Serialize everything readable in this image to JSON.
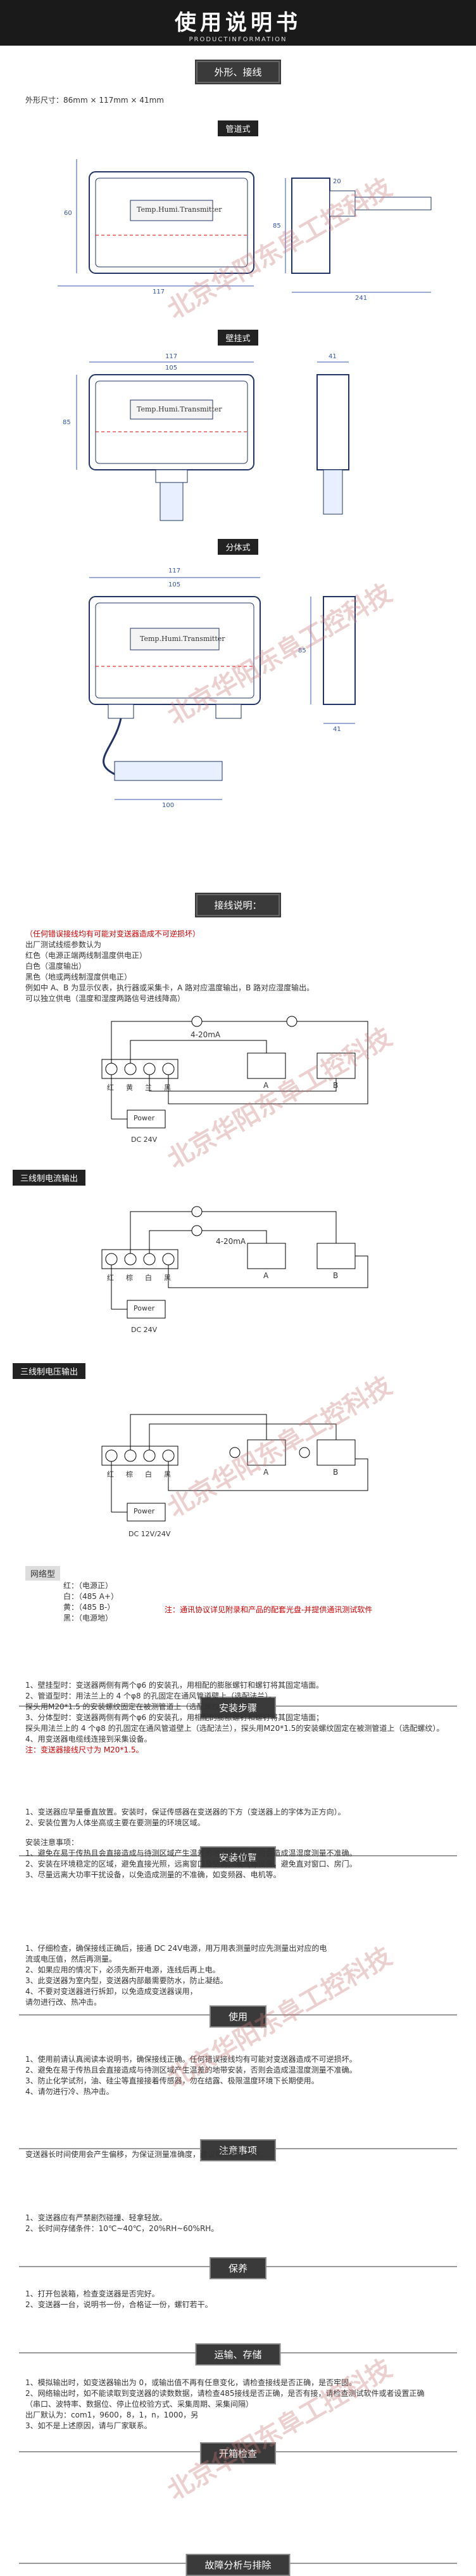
{
  "header": {
    "title": "使用说明书",
    "subtitle": "PRODUCTINFORMATION"
  },
  "sections": {
    "appearance": {
      "button": "外形、接线",
      "size": "外形尺寸：86mm × 117mm × 41mm"
    },
    "pipe": {
      "label": "管道式",
      "dims": [
        "117",
        "60",
        "20",
        "241",
        "85"
      ],
      "device_text": "Temp.Humi.Transmitter"
    },
    "wall": {
      "label": "壁挂式",
      "dims": [
        "117",
        "105",
        "85",
        "41"
      ],
      "device_text": "Temp.Humi.Transmitter"
    },
    "split": {
      "label": "分体式",
      "dims": [
        "117",
        "105",
        "41",
        "85",
        "100"
      ],
      "device_text": "Temp.Humi.Transmitter"
    },
    "wiring": {
      "button": "接线说明：",
      "warning": "（任何错误接线均有可能对变送器造成不可逆损坏）",
      "lines": [
        "出厂测试线缆参数认为",
        "红色（电源正端两线制温度供电正）",
        "白色（温度输出）",
        "黑色（地或两线制湿度供电正）",
        "例如中 A、B 为显示仪表，执行器或采集卡，A 路对应温度输出，B 路对应湿度输出。",
        "可以独立供电（温度和湿度两路信号进线降高）"
      ],
      "two_wire": {
        "signal": "4-20mA",
        "labels": [
          "红",
          "黄",
          "兰",
          "黑"
        ],
        "power": "Power",
        "supply": "DC 24V",
        "meter_a": "A",
        "meter_b": "B"
      },
      "three_wire_current": {
        "title": "三线制电流输出",
        "signal": "4-20mA",
        "labels": [
          "红",
          "棕",
          "白",
          "黑"
        ],
        "power": "Power",
        "supply": "DC 24V",
        "meter_a": "A",
        "meter_b": "B"
      },
      "three_wire_voltage": {
        "title": "三线制电压输出",
        "labels": [
          "红",
          "棕",
          "白",
          "黑"
        ],
        "power": "Power",
        "supply": "DC 12V/24V",
        "meter_a": "A",
        "meter_b": "B"
      }
    },
    "network": {
      "title": "网络型",
      "lines": [
        "红：（电源正）",
        "白：（485 A+）",
        "黄：（485 B-）",
        "黑：（电源地）"
      ],
      "note": "注：通讯协议详见附录和产品的配套光盘-并提供通讯测试软件"
    },
    "install_steps": {
      "button": "安装步骤",
      "lines": [
        "1、壁挂型时：变送器两侧有两个φ6 的安装孔，用相配的膨胀螺钉和螺钉将其固定墙面。",
        "2、管道型时：用法兰上的 4 个φ8 的孔固定在通风管道壁上（选配法兰）。",
        "   探头用M20*1.5 的安装螺纹固定在被测管道上（选配螺纹）。",
        "3、分体型时：变送器两侧有两个φ6 的安装孔，用相配的膨胀螺钉和螺钉将其固定墙面；",
        "   探头用法兰上的 4 个φ8 的孔固定在通风管道壁上（选配法兰），探头用M20*1.5的安装螺纹固定在被测管道上（选配螺纹）。",
        "4、用变送器电缆线连接到采集设备。"
      ],
      "note": "注：变送器接线尺寸为 M20*1.5。"
    },
    "position": {
      "button": "安装位置",
      "lines": [
        "1、变送器应早量垂直放置。安装时，保证传感器在变送器的下方（变送器上的字体为正方向）。",
        "2、安装位置为人体坐高或主要在要测量的环境区域。"
      ],
      "attention_title": "安装注意事项：",
      "attention": [
        "1、避免在易于传热且会直接造成与待测区域产生温差的地带安装，否则会造成温湿度测量不准确。",
        "2、安装在环境稳定的区域，避免直接光照，远离窗口及空调，暖气等设备，避免直对窗口、房门。",
        "3、尽量远离大功率干扰设备，以免造成测量的不准确，如变频器、电机等。"
      ]
    },
    "usage": {
      "button": "使用",
      "lines": [
        "1、仔细检查，确保接线正确后，接通 DC 24V电源，用万用表测量时应先测量出对应的电",
        "   流或电压值，然后再测量。",
        "2、如果应用的情况下，必须先断开电源，连线后再上电。",
        "3、此变送器为室内型，变送器内部最需要防水，防止凝结。",
        "4、不要对变送器进行拆卸，以免造成变送器误用，",
        "   请勿进行改、热冲击。"
      ]
    },
    "notice": {
      "button": "注意事项",
      "lines": [
        "1、使用前请认真阅读本说明书，确保接线正确。任何错误接线均有可能对变送器造成不可逆损坏。",
        "2、避免在易于传热且会直接造成与待测区域产生温差的地带安装，否则会造成温湿度测量不准确。",
        "3、防止化学试剂，油、硅尘等直接接着传感器，勿在结露、极限温度环境下长期使用。",
        "4、请勿进行冷、热冲击。"
      ]
    },
    "warranty": {
      "button": "保养",
      "text": "变送器长时间使用会产生偏移，为保证测量准确度，建议每年校准一次。"
    },
    "transport": {
      "button": "运输、存储",
      "lines": [
        "1、变送器应有严禁剧烈碰撞、轻拿轻放。",
        "2、长时间存储条件：10℃~40℃，20%RH~60%RH。"
      ]
    },
    "unpack": {
      "button": "开箱检查",
      "lines": [
        "1、打开包装箱，检查变送器是否完好。",
        "2、变送器一台，说明书一份，合格证一份，螺钉若干。"
      ]
    },
    "fault": {
      "button": "故障分析与排除",
      "lines": [
        "1、模拟输出时，如变送器输出为 0，或输出值不再有任意变化，请检查接线是否正确，是否牢固。",
        "2、网络输出时，如不能读取到变送器的读数数据，请检查485接线是否正确，是否有接，请检查测试软件或者设置正确",
        "   （串口、波特率、数据位、停止位校验方式、采集周期、采集间隔）",
        "   出厂默认为：com1，9600，8，1，n，1000，另",
        "3、如不是上述原因，请与厂家联系。"
      ]
    }
  },
  "watermark": "北京华阳东阜工控科技"
}
